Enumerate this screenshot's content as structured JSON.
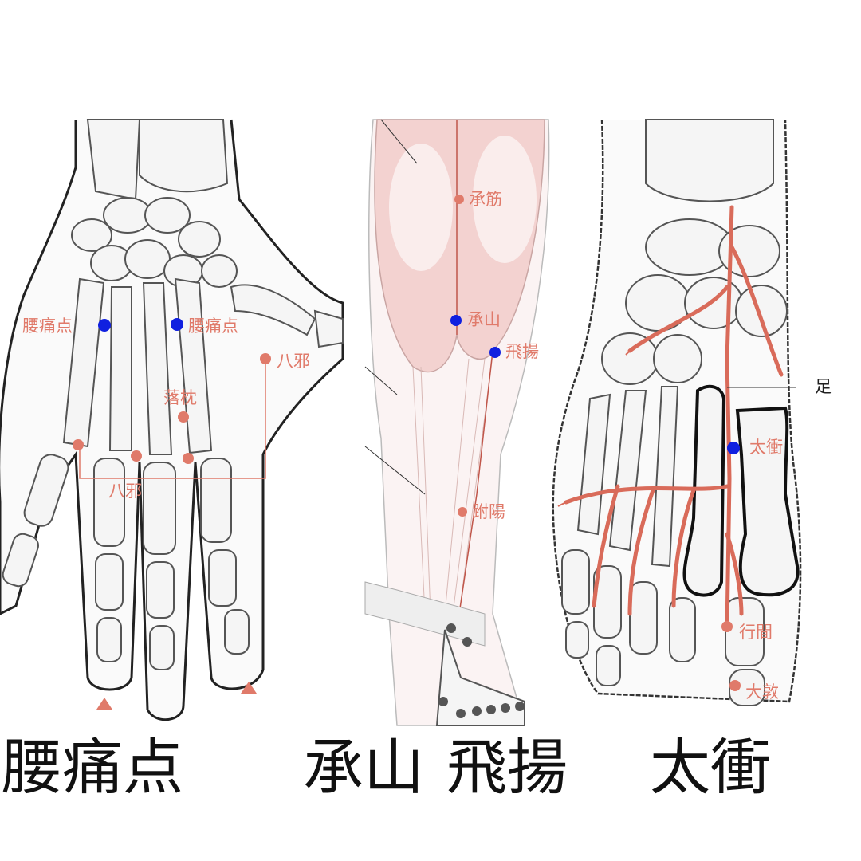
{
  "hand": {
    "labels": {
      "yaotong_left": "腰痛点",
      "yaotong_right": "腰痛点",
      "baxie_top": "八邪",
      "luozhen": "落枕",
      "baxie_bottom": "八邪"
    },
    "caption": "腰痛点"
  },
  "leg": {
    "labels": {
      "chengjin": "承筋",
      "chengshan": "承山",
      "feiyang": "飛揚",
      "fuyang": "跗陽"
    },
    "captions": [
      "承山",
      "飛揚"
    ]
  },
  "foot": {
    "labels": {
      "foot": "足",
      "taichong": "太衝",
      "xingjian": "行間",
      "dadun": "大敦"
    },
    "caption": "太衝"
  },
  "colors": {
    "acupoint": "#e07a6a",
    "highlight": "#1020e0",
    "bone_fill": "#f5f5f5",
    "bone_stroke": "#555555",
    "muscle": "#f3d2d0",
    "vessel": "#d96b5a",
    "outline": "#111111"
  }
}
